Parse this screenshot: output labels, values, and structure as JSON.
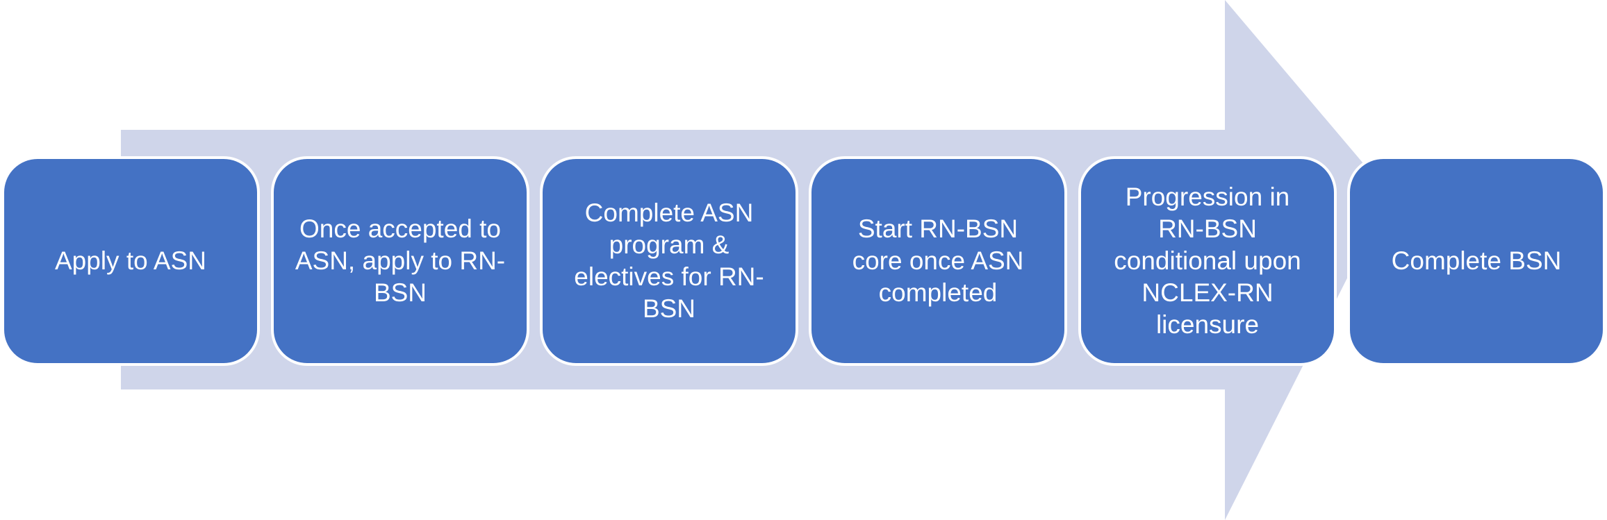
{
  "colors": {
    "arrow": "#cfd5ea",
    "box": "#4472c4",
    "box_border": "#ffffff",
    "text": "#ffffff"
  },
  "steps": [
    {
      "label": "Apply to ASN"
    },
    {
      "label": "Once accepted to ASN, apply to RN-BSN"
    },
    {
      "label": "Complete ASN program & electives for RN-BSN"
    },
    {
      "label": "Start RN-BSN core once ASN completed"
    },
    {
      "label": "Progression in RN-BSN conditional upon NCLEX-RN licensure"
    },
    {
      "label": "Complete BSN"
    }
  ]
}
